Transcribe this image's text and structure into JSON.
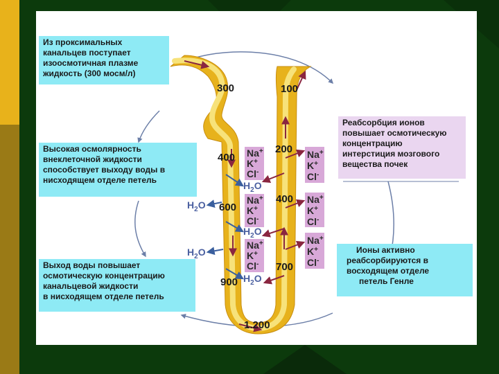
{
  "colors": {
    "slide_background": "#0c3a0c",
    "cyan_box": "#8eeaf5",
    "purple_box": "#ead6f0",
    "tubule_outer": "#e7b21c",
    "tubule_inner": "#f7e27a",
    "ion_box": "#d8a8d8",
    "arrow": "#8a2640",
    "water_text": "#4a5fa0"
  },
  "boxes": {
    "top_left": [
      "Из проксимальных",
      "канальцев поступает",
      "изоосмотичная плазме",
      "жидкость (300 мосм/л)"
    ],
    "mid_left": [
      "Высокая осмолярность",
      "внеклеточной жидкости",
      "способствует выходу воды в",
      "нисходящем отделе петель"
    ],
    "bottom_left": [
      "Выход воды повышает",
      "осмотическую концентрацию",
      "канальцевой жидкости",
      "в  нисходящем отделе петель"
    ],
    "top_right": [
      "Реабсорбция ионов",
      "повышает осмотическую",
      "концентрацию",
      "интерстиция мозгового",
      "вещества почек"
    ],
    "bottom_right": [
      "Ионы активно",
      "реабсорбируются в",
      "восходящем отделе",
      "петель Генле"
    ]
  },
  "osmolarity": {
    "desc_300": "300",
    "asc_100": "100",
    "desc_400": "400",
    "asc_200": "200",
    "desc_600": "600",
    "asc_400": "400",
    "desc_900": "900",
    "asc_700": "700",
    "bottom": "1.200"
  },
  "ions": {
    "na": "Na",
    "k": "K",
    "cl": "Cl",
    "plus": "+",
    "minus": "-"
  },
  "water": {
    "h": "H",
    "sub": "2",
    "o": "O"
  }
}
